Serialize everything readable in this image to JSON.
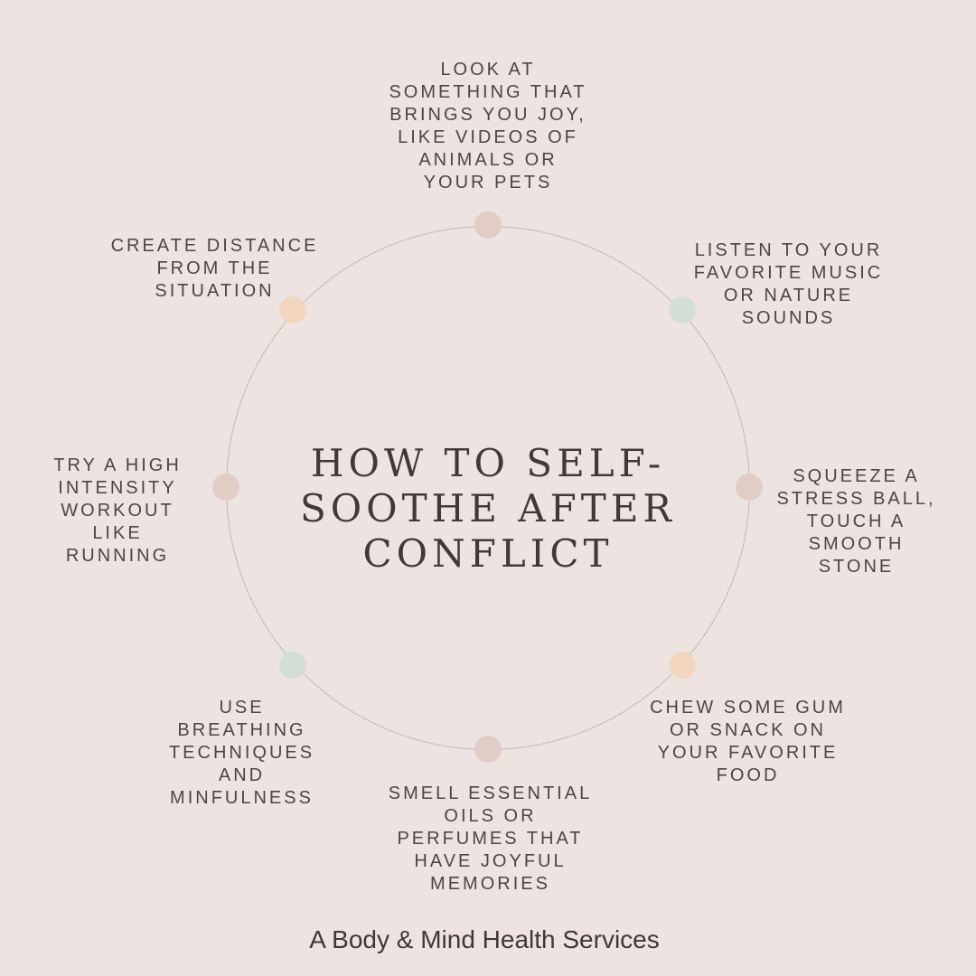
{
  "title": "HOW TO SELF-\nSOOTHE AFTER\nCONFLICT",
  "footer": "A Body & Mind Health Services",
  "colors": {
    "background": "#ede4e1",
    "ring": "#8f8784",
    "text": "#4a4645",
    "dot_pink": "#e0cdc6",
    "dot_peach": "#f2d6bf",
    "dot_sage": "#d3ded6"
  },
  "items": [
    {
      "text": "LOOK AT\nSOMETHING THAT\nBRINGS YOU JOY,\nLIKE VIDEOS OF\nANIMALS OR\nYOUR PETS",
      "dot_color": "#e0cdc6"
    },
    {
      "text": "LISTEN TO YOUR\nFAVORITE MUSIC\nOR NATURE\nSOUNDS",
      "dot_color": "#d3ded6"
    },
    {
      "text": "SQUEEZE A\nSTRESS BALL,\nTOUCH A\nSMOOTH\nSTONE",
      "dot_color": "#e0cdc6"
    },
    {
      "text": "CHEW SOME GUM\nOR SNACK ON\nYOUR FAVORITE\nFOOD",
      "dot_color": "#f2d6bf"
    },
    {
      "text": "SMELL ESSENTIAL\nOILS OR\nPERFUMES THAT\nHAVE JOYFUL\nMEMORIES",
      "dot_color": "#e0cdc6"
    },
    {
      "text": "USE\nBREATHING\nTECHNIQUES\nAND\nMINFULNESS",
      "dot_color": "#d3ded6"
    },
    {
      "text": "TRY A HIGH\nINTENSITY\nWORKOUT\nLIKE\nRUNNING",
      "dot_color": "#e0cdc6"
    },
    {
      "text": "CREATE DISTANCE\nFROM THE\nSITUATION",
      "dot_color": "#f2d6bf"
    }
  ]
}
